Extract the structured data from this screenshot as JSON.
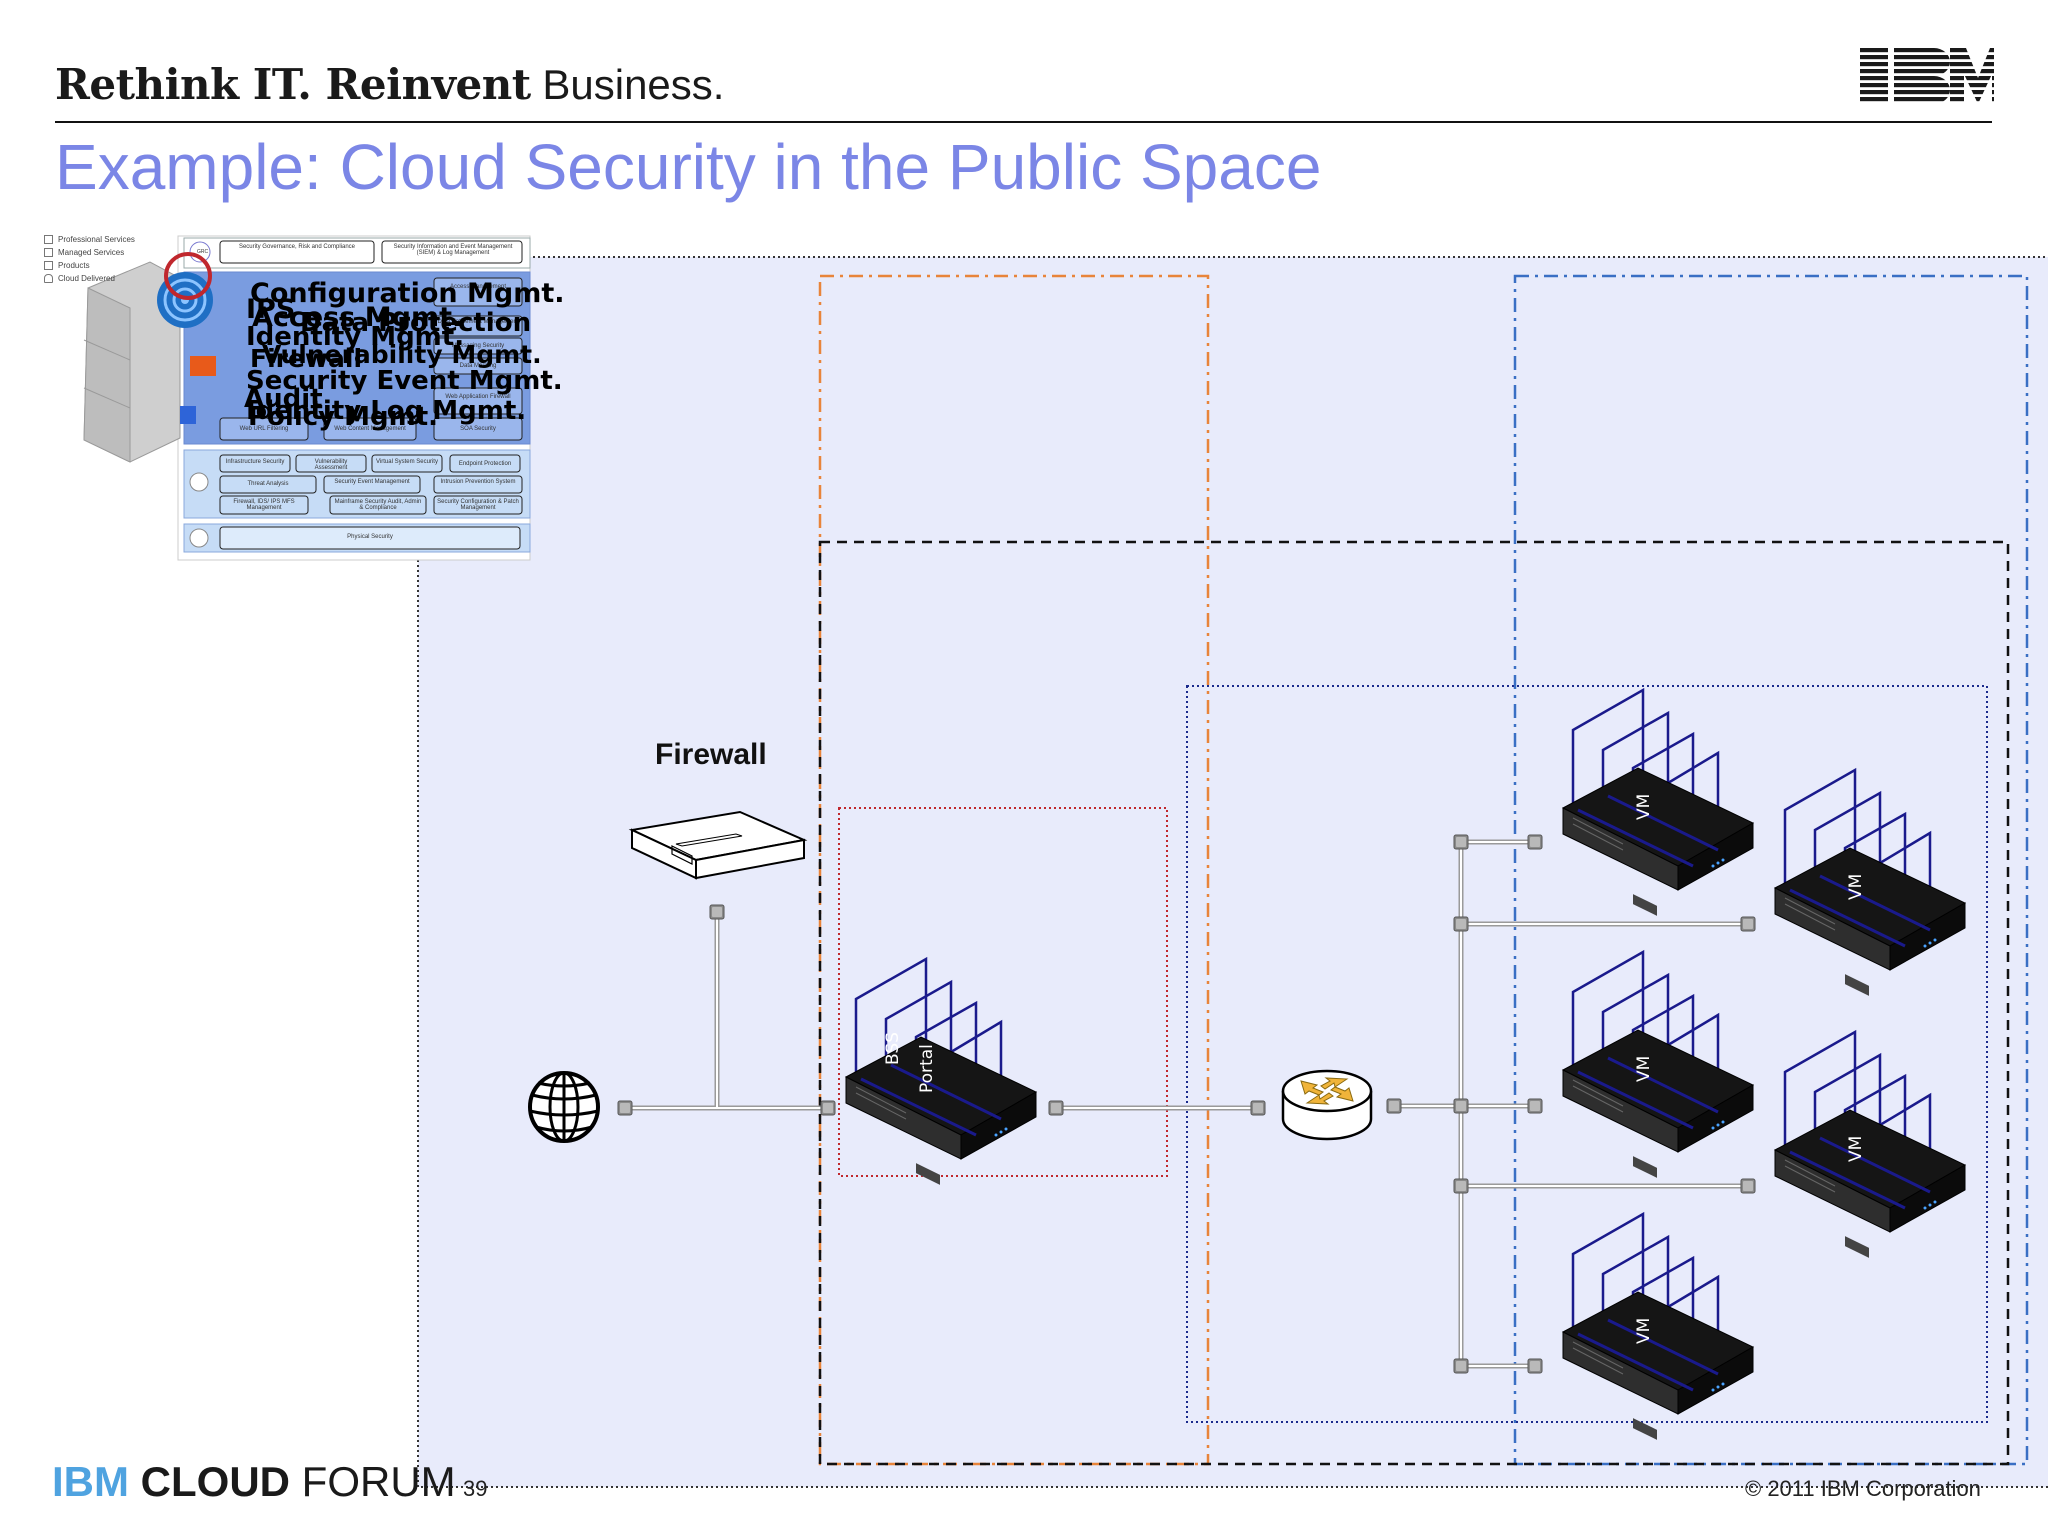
{
  "header": {
    "tagline_bold": "Rethink IT. Reinvent",
    "tagline_regular": "Business.",
    "logo_text": "IBM"
  },
  "slide": {
    "title": "Example: Cloud Security in the Public Space",
    "page_number": "39",
    "copyright": "© 2011 IBM Corporation"
  },
  "footer": {
    "brand_ibm": "IBM",
    "brand_cloud": "CLOUD",
    "brand_forum": "FORUM"
  },
  "legend": {
    "items": [
      "Professional Services",
      "Managed Services",
      "Products",
      "Cloud Delivered"
    ]
  },
  "framework": {
    "row1": [
      "Security Governance, Risk and Compliance",
      "Security Information and Event Management (SIEM) & Log Management"
    ],
    "side": [
      "Access Management",
      "Data Entitlement Management",
      "Messaging Security",
      "Data Masking",
      "Web Application Firewall",
      "SOA Security"
    ],
    "row_mid": [
      "Web URL Filtering",
      "Web Content Management"
    ],
    "infra": [
      "Infrastructure Security",
      "Vulnerability Assessment",
      "Virtual System Security",
      "Endpoint Protection",
      "Threat Analysis",
      "Security Event Management",
      "Intrusion Prevention System",
      "Firewall, IDS/ IPS MFS Management",
      "Mainframe Security Audit, Admin & Compliance",
      "Security Configuration & Patch Management"
    ],
    "physical": "Physical Security",
    "grc_badge": "GRC"
  },
  "overlay_labels": [
    "Configuration Mgmt.",
    "IPS",
    "Access Mgmt.",
    "Data Protection",
    "Identity Mgmt.",
    "Vulnerability Mgmt.",
    "Firewall",
    "Security Event Mgmt.",
    "Audit",
    "Identity Log Mgmt.",
    "Policy Mgmt."
  ],
  "diagram": {
    "firewall_label": "Firewall",
    "portal_labels": [
      "BSS",
      "Portal"
    ],
    "vm_label": "VM"
  },
  "colors": {
    "title": "#7b86e6",
    "zone_fill": "#e8ebfb",
    "dmz_border": "#e8843a",
    "hosting_border": "#3a6fc4",
    "inner_border": "#111111",
    "portal_zone_border": "#c0272d",
    "vm_zone_border": "#1a2a8c",
    "footer_ibm": "#4fa3e0"
  }
}
